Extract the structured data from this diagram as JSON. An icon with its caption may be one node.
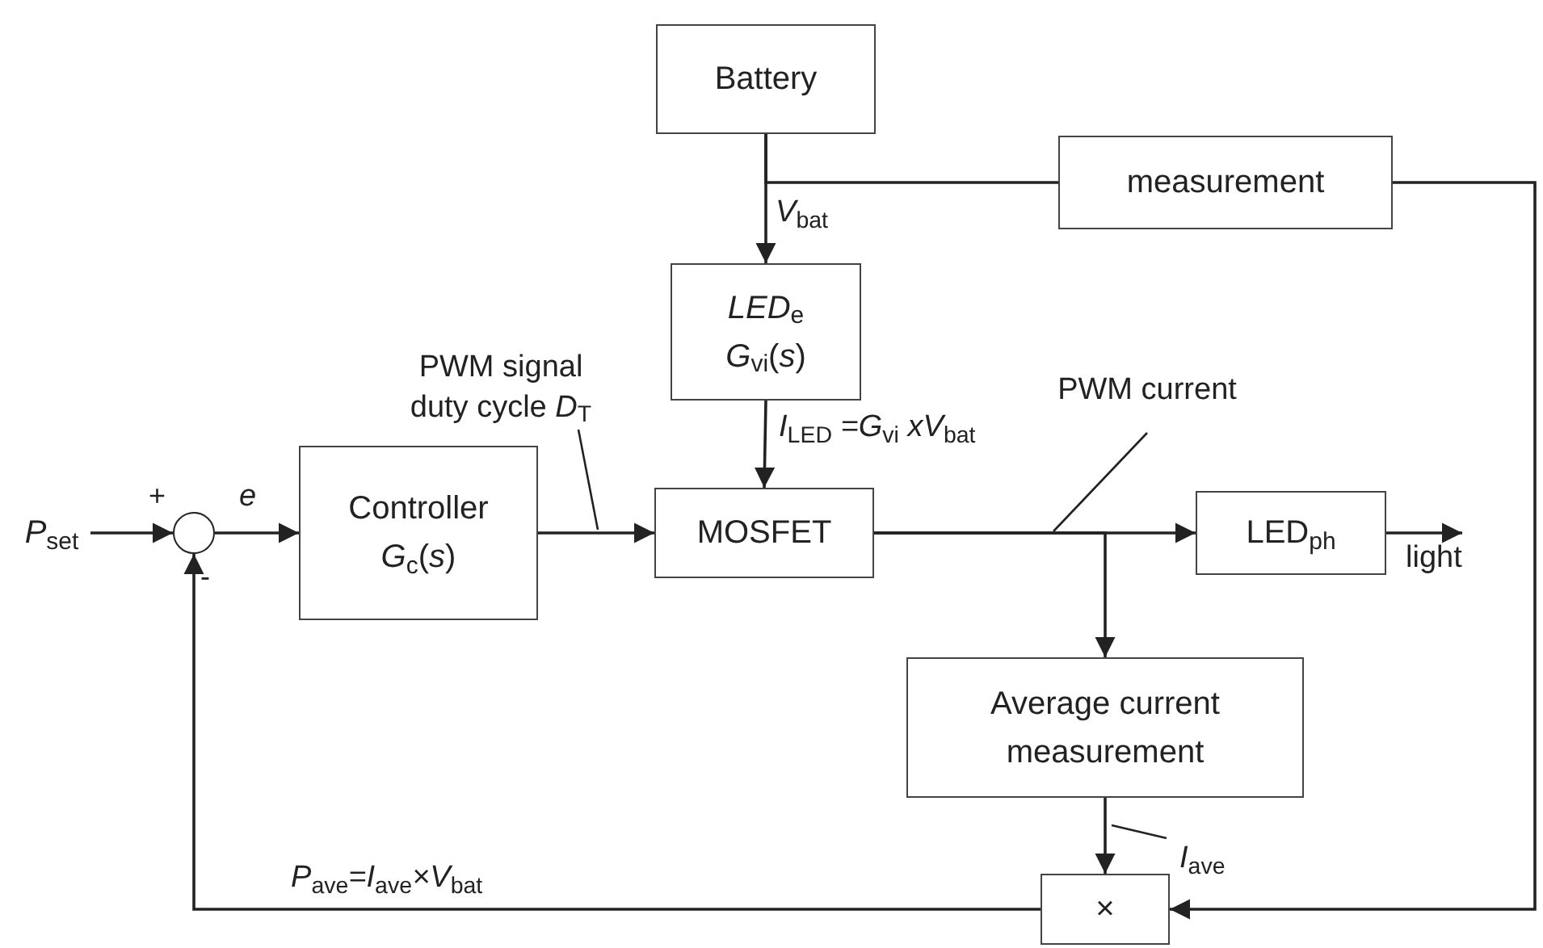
{
  "diagram": {
    "nodes": [
      {
        "text": [
          "Battery"
        ]
      },
      {
        "text": [
          "measurement"
        ]
      },
      {
        "text": [
          "*LED*$_{e}$",
          "*G*$_{vi}$(*s*)"
        ]
      },
      {
        "text": [
          "Controller",
          "*G*$_{c}$(*s*)"
        ]
      },
      {
        "text": [
          "MOSFET"
        ]
      },
      {
        "text": [
          "LED$_{ph}$"
        ]
      },
      {
        "text": [
          "Average current measurement"
        ]
      },
      {
        "text": [
          "×"
        ]
      },
      {
        "text": [],
        "shape": "circle"
      },
      {
        "text": [
          "*P*$_{set}$"
        ]
      }
    ],
    "edges": [
      {
        "from": 0,
        "to": 2,
        "arrow": "to",
        "label": "*V*$_{bat}$"
      },
      {
        "from": 0,
        "to": 1,
        "arrow": "none"
      },
      {
        "from": 1,
        "to": 7,
        "arrow": "to"
      },
      {
        "from": 2,
        "to": 4,
        "arrow": "to",
        "label": "*I*$_{LED}$ *=G*$_{vi}$ *xV*$_{bat}$"
      },
      {
        "from": 8,
        "to": 3,
        "arrow": "to",
        "label": "*e*"
      },
      {
        "from": 9,
        "to": 8,
        "arrow": "to"
      },
      {
        "from": 3,
        "to": 4,
        "arrow": "to",
        "label": "PWM signal duty cycle *D*$_{T}$"
      },
      {
        "from": 4,
        "to": 5,
        "arrow": "to",
        "label": "PWM current"
      },
      {
        "from": 4,
        "to": 6,
        "arrow": "to"
      },
      {
        "from": 6,
        "to": 7,
        "arrow": "to",
        "label": "*I*$_{ave}$"
      },
      {
        "from": 7,
        "to": 8,
        "arrow": "to",
        "label": "*P*$_{ave}$*=I*$_{ave}$*×V*$_{bat}$"
      },
      {
        "from": 5,
        "to": null,
        "arrow": "to",
        "label": "light"
      }
    ],
    "labels": [
      "+",
      "-"
    ]
  }
}
